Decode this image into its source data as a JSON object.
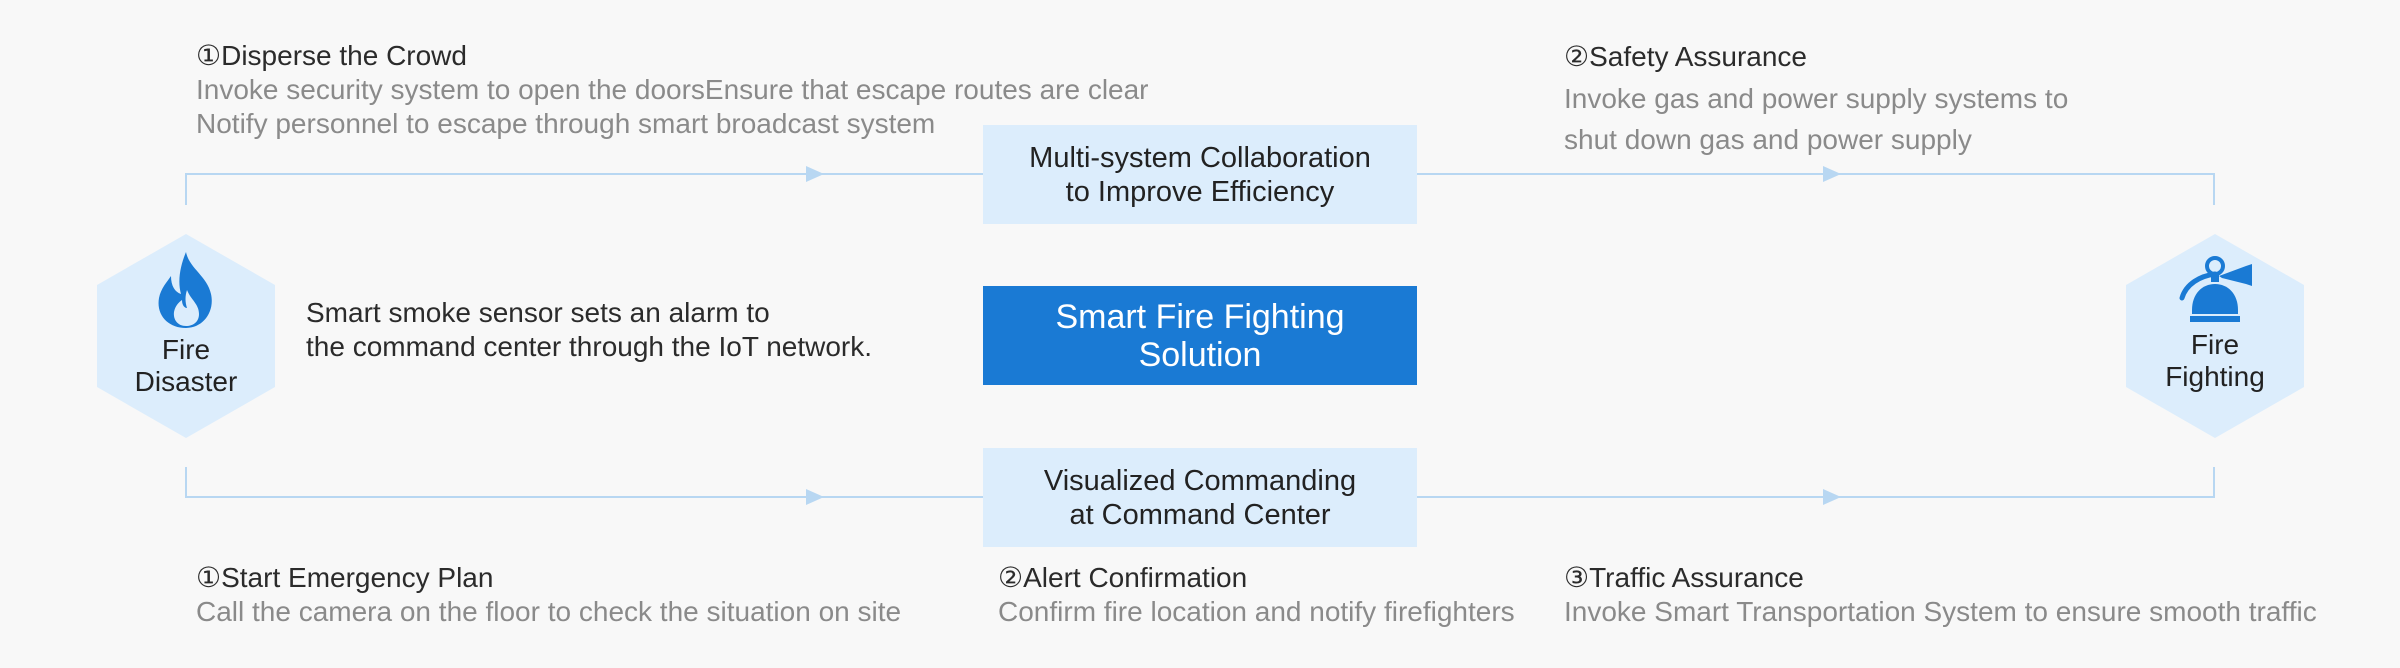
{
  "colors": {
    "background": "#f8f8f8",
    "accent": "#1a7ad4",
    "light_box": "#dcedfc",
    "connector": "#b8d7f2",
    "desc_text": "#8a8a8a"
  },
  "left_node": {
    "label_line1": "Fire",
    "label_line2": "Disaster",
    "icon": "flame-icon"
  },
  "right_node": {
    "label_line1": "Fire",
    "label_line2": "Fighting",
    "icon": "fire-extinguisher-icon"
  },
  "center": {
    "main_line1": "Smart Fire Fighting",
    "main_line2": "Solution",
    "top_box_line1": "Multi-system Collaboration",
    "top_box_line2": "to Improve Efficiency",
    "bottom_box_line1": "Visualized Commanding",
    "bottom_box_line2": "at Command Center"
  },
  "sensor_note": {
    "line1": "Smart smoke sensor sets an alarm to",
    "line2": "the command center through the IoT network."
  },
  "top_left": {
    "title": "①Disperse the Crowd",
    "line1": "Invoke security system to open the doorsEnsure that escape routes are clear",
    "line2": "Notify personnel to escape through smart broadcast system"
  },
  "top_right": {
    "title": "②Safety Assurance",
    "line1": "Invoke gas and power supply systems to",
    "line2": "shut down gas and power supply"
  },
  "bottom_left": {
    "title": "①Start Emergency Plan",
    "line1": "Call the camera on the floor to check the situation on site"
  },
  "bottom_middle": {
    "title": "②Alert Confirmation",
    "line1": "Confirm fire location and notify firefighters"
  },
  "bottom_right": {
    "title": "③Traffic Assurance",
    "line1": "Invoke Smart Transportation System to ensure smooth traffic"
  }
}
